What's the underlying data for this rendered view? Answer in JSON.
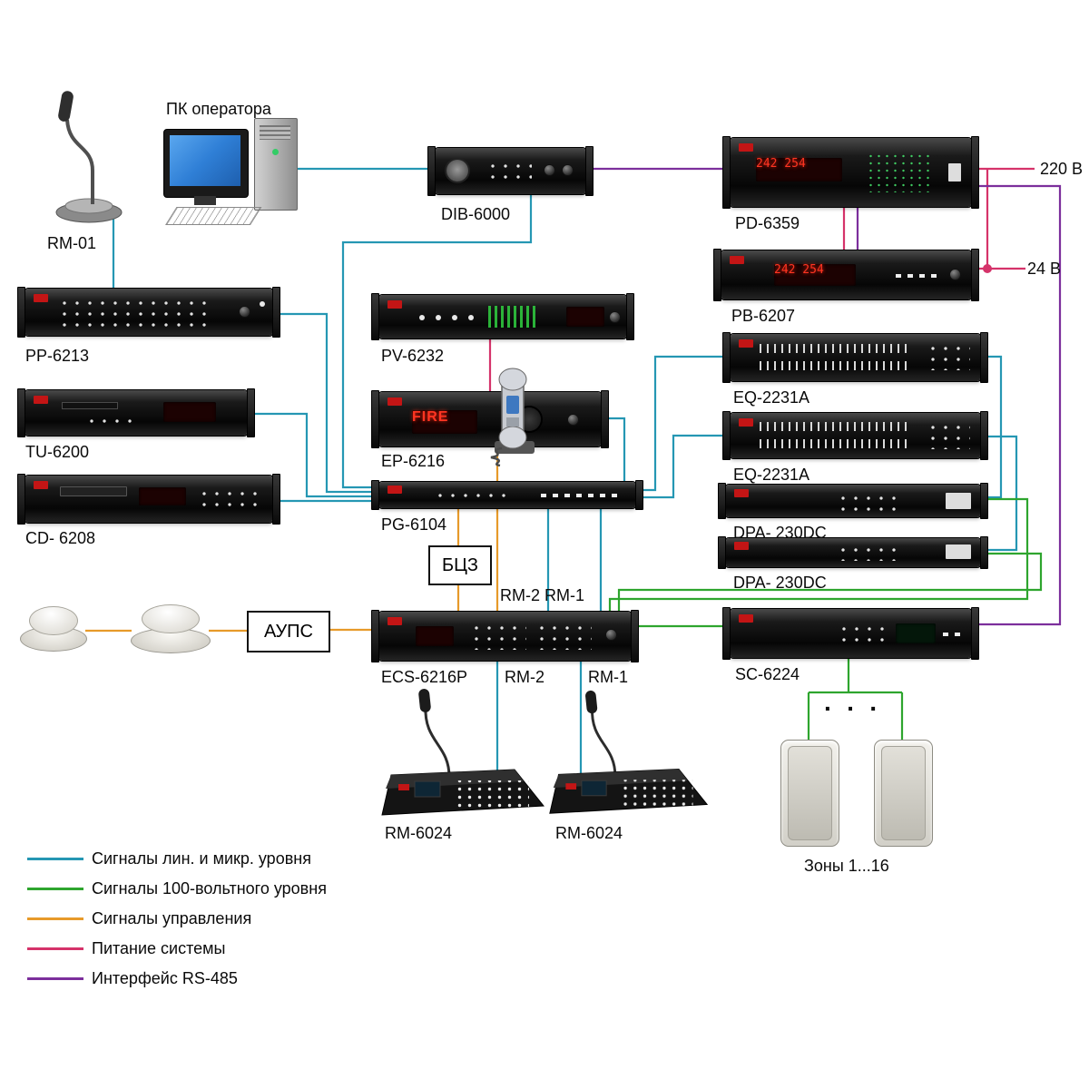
{
  "diagram": {
    "device_labels": {
      "rm01": "RM-01",
      "pc": "ПК оператора",
      "dib": "DIB-6000",
      "pd": "PD-6359",
      "pb": "PB-6207",
      "pp": "PP-6213",
      "pv": "PV-6232",
      "tu": "TU-6200",
      "ep": "EP-6216",
      "cd": "CD- 6208",
      "pg": "PG-6104",
      "eq1": "EQ-2231A",
      "eq2": "EQ-2231A",
      "dpa1": "DPA- 230DC",
      "dpa2": "DPA- 230DC",
      "ecs": "ECS-6216P",
      "sc": "SC-6224",
      "rm6024_1": "RM-6024",
      "rm6024_2": "RM-6024",
      "bcz": "БЦЗ",
      "aups": "АУПС",
      "zones": "Зоны 1...16",
      "zone_dots": "· · ·",
      "rm_bus_top": "RM-2 RM-1",
      "rm2": "RM-2",
      "rm1": "RM-1",
      "v220": "220 В",
      "v24": "24 В"
    },
    "displays": {
      "ep_fire": "FIRE",
      "pd_digits": "242 254",
      "pb_digits": "242 254"
    },
    "legend": [
      {
        "key": "line",
        "label": "Сигналы лин. и микр. уровня",
        "color": "#2597B3"
      },
      {
        "key": "volt100",
        "label": "Сигналы 100-вольтного уровня",
        "color": "#2EA52E"
      },
      {
        "key": "control",
        "label": "Сигналы управления",
        "color": "#E79A2A"
      },
      {
        "key": "power",
        "label": "Питание системы",
        "color": "#D5336A"
      },
      {
        "key": "rs485",
        "label": "Интерфейс RS-485",
        "color": "#7C2F9C"
      }
    ]
  }
}
